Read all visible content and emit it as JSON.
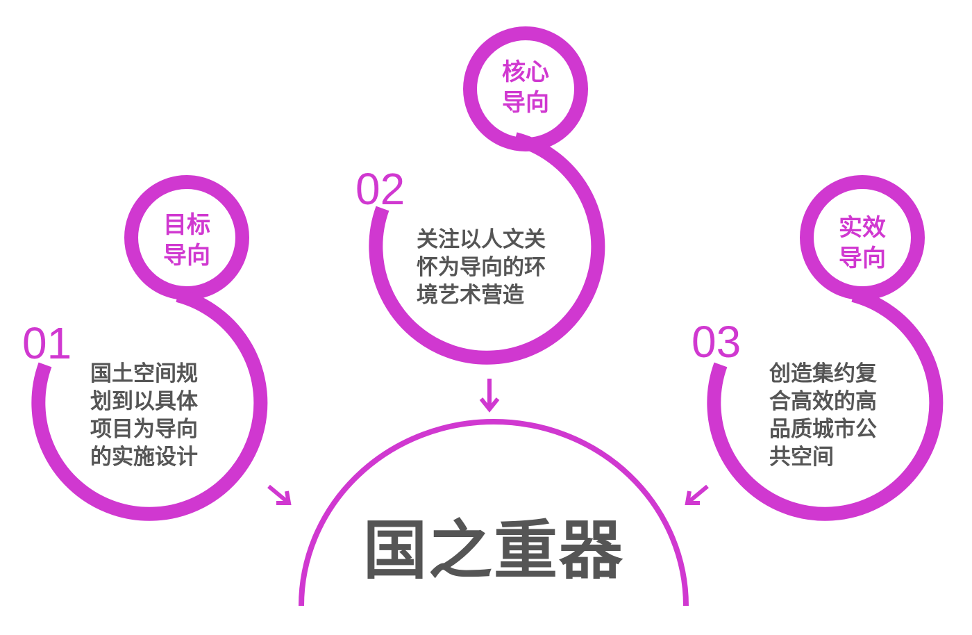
{
  "colors": {
    "accent": "#d038d0",
    "text": "#555555"
  },
  "title": "国之重器",
  "items": [
    {
      "number": "01",
      "head_lines": [
        "目标",
        "导向"
      ],
      "body_lines": [
        "国土空间规",
        "划到以具体",
        "项目为导向",
        "的实施设计"
      ]
    },
    {
      "number": "02",
      "head_lines": [
        "核心",
        "导向"
      ],
      "body_lines": [
        "关注以人文关",
        "怀为导向的环",
        "境艺术营造"
      ]
    },
    {
      "number": "03",
      "head_lines": [
        "实效",
        "导向"
      ],
      "body_lines": [
        "创造集约复",
        "合高效的高",
        "品质城市公",
        "共空间"
      ]
    }
  ]
}
